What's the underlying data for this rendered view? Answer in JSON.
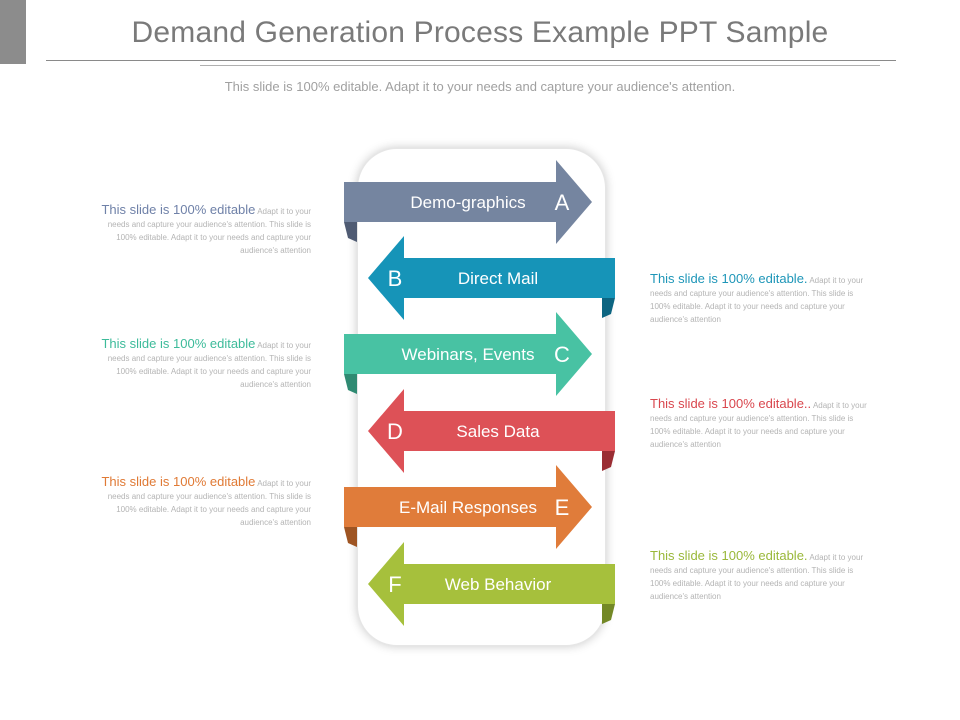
{
  "title": "Demand Generation Process Example PPT Sample",
  "subtitle": "This slide is 100% editable. Adapt it to your needs and capture your audience's attention.",
  "steps": [
    {
      "letter": "A",
      "label": "Demo-graphics",
      "direction": "right",
      "color": "#7585a0",
      "fold": "#4f5b73"
    },
    {
      "letter": "B",
      "label": "Direct Mail",
      "direction": "left",
      "color": "#1694b8",
      "fold": "#0d6581"
    },
    {
      "letter": "C",
      "label": "Webinars, Events",
      "direction": "right",
      "color": "#48c2a3",
      "fold": "#2f8a72"
    },
    {
      "letter": "D",
      "label": "Sales Data",
      "direction": "left",
      "color": "#dd5157",
      "fold": "#9a2d33"
    },
    {
      "letter": "E",
      "label": "E-Mail Responses",
      "direction": "right",
      "color": "#e07c3a",
      "fold": "#9e5422"
    },
    {
      "letter": "F",
      "label": "Web Behavior",
      "direction": "left",
      "color": "#a6c03c",
      "fold": "#738826"
    }
  ],
  "notes": [
    {
      "lead": "This slide is 100% editable",
      "body": "Adapt it to your needs and capture your audience's attention. This slide is 100% editable. Adapt it to your needs and capture your audience's attention",
      "color": "#6f81a8"
    },
    {
      "lead": "This slide is 100% editable.",
      "body": "Adapt it to your needs and capture your audience's attention. This slide is 100% editable. Adapt it to your needs and capture your audience's attention",
      "color": "#1e96b8"
    },
    {
      "lead": "This slide is 100% editable",
      "body": "Adapt it to your needs and capture your audience's attention. This slide is 100% editable. Adapt it to your needs and capture your audience's attention",
      "color": "#3dbb9a"
    },
    {
      "lead": "This slide is 100% editable..",
      "body": "Adapt it to your needs and capture your audience's attention. This slide is 100% editable. Adapt it to your needs and capture your audience's attention",
      "color": "#d9474e"
    },
    {
      "lead": "This slide is 100% editable",
      "body": "Adapt it to your needs and capture your audience's attention. This slide is 100% editable. Adapt it to your needs and capture your audience's attention",
      "color": "#e07a35"
    },
    {
      "lead": "This slide is 100% editable.",
      "body": "Adapt it to your needs and capture your audience's attention. This slide is 100% editable. Adapt it to your needs and capture your audience's attention",
      "color": "#9ab83a"
    }
  ]
}
